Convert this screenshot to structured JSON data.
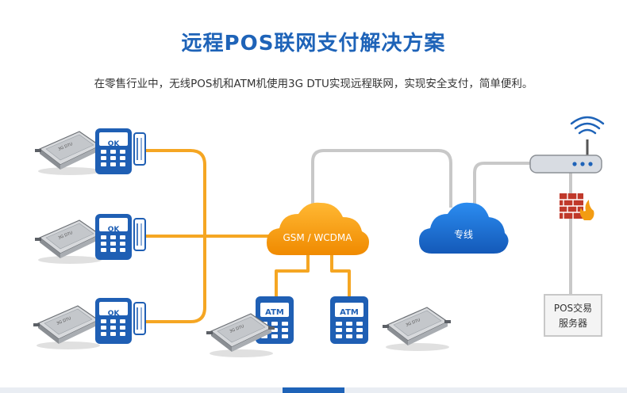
{
  "title": "远程POS联网支付解决方案",
  "subtitle": "在零售行业中，无线POS机和ATM机使用3G DTU实现远程联网，实现安全支付，简单便利。",
  "colors": {
    "title": "#1e63b8",
    "orange_link": "#f5a623",
    "gray_link": "#c8c8c8",
    "device_blue": "#1f5fb4",
    "cloud_orange": "#f39c12",
    "cloud_blue": "#1f6fd1"
  },
  "nodes": {
    "dtu_label": "3G DTU",
    "pos_screen": "OK",
    "atm_label": "ATM",
    "gsm_cloud": "GSM / WCDMA",
    "private_cloud": "专线",
    "server_line1": "POS交易",
    "server_line2": "服务器"
  },
  "icons": [
    "dtu-icon",
    "pos-terminal-icon",
    "atm-icon",
    "cloud-icon",
    "router-icon",
    "wifi-icon",
    "firewall-icon",
    "server-icon"
  ]
}
